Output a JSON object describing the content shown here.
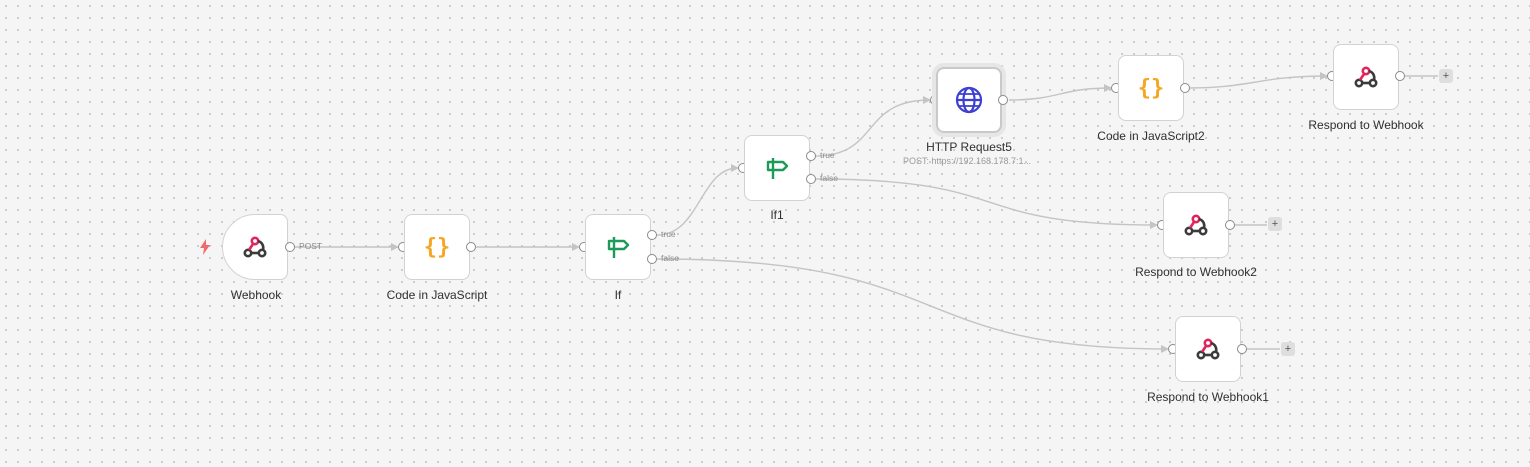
{
  "colors": {
    "edge": "#c4c4c4",
    "webhook_icon_main": "#3b3b3b",
    "webhook_icon_accent": "#e0245e",
    "code_icon": "#f5a623",
    "if_icon": "#1a9b5a",
    "http_icon": "#3c3fd1",
    "trigger_bolt": "#f06b6b"
  },
  "nodes": [
    {
      "id": "webhook",
      "title": "Webhook",
      "icon": "webhook-icon",
      "trigger": true,
      "output_label": "POST"
    },
    {
      "id": "code",
      "title": "Code in JavaScript",
      "icon": "code-braces-icon"
    },
    {
      "id": "if",
      "title": "If",
      "icon": "signpost-icon",
      "outputs": [
        "true",
        "false"
      ]
    },
    {
      "id": "if1",
      "title": "If1",
      "icon": "signpost-icon",
      "outputs": [
        "true",
        "false"
      ]
    },
    {
      "id": "http",
      "title": "HTTP Request5",
      "subtitle": "POST: https://192.168.178.7:1...",
      "icon": "globe-icon",
      "selected": true
    },
    {
      "id": "code2",
      "title": "Code in JavaScript2",
      "icon": "code-braces-icon"
    },
    {
      "id": "respond",
      "title": "Respond to Webhook",
      "icon": "webhook-icon"
    },
    {
      "id": "respond2",
      "title": "Respond to Webhook2",
      "icon": "webhook-icon"
    },
    {
      "id": "respond1",
      "title": "Respond to Webhook1",
      "icon": "webhook-icon"
    }
  ],
  "plus_label": "+"
}
